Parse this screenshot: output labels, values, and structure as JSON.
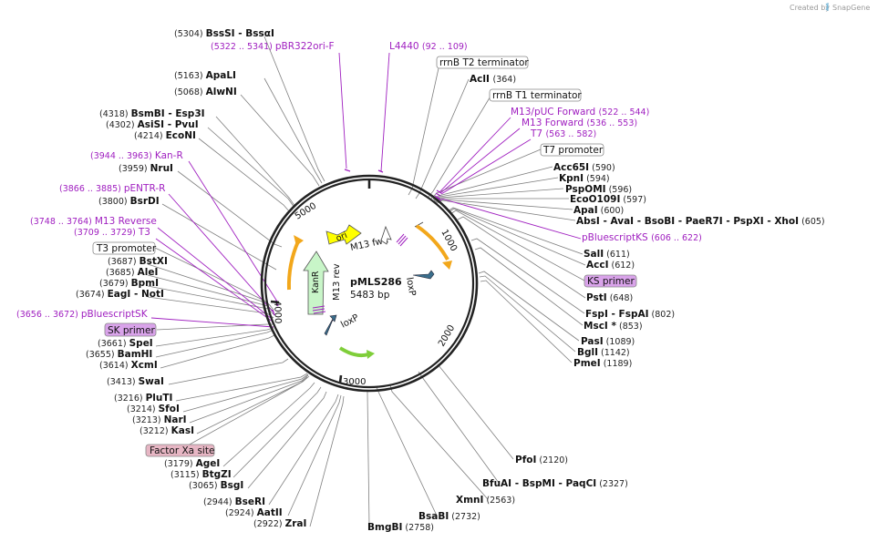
{
  "credit": {
    "text": "Created by",
    "brand": "SnapGene"
  },
  "plasmid": {
    "name": "pMLS286",
    "size": "5483 bp"
  },
  "ticks": [
    "1000",
    "2000",
    "3000",
    "4000",
    "5000"
  ],
  "inner_features": {
    "ori": "ori",
    "kanr": "KanR",
    "m13rev": "M13 rev",
    "m13fwd": "M13 fwd",
    "loxp1": "loxP",
    "loxp2": "loxP"
  },
  "sites_left": [
    {
      "pos": "(5304)",
      "parts": [
        "BssSI",
        "BssαI"
      ]
    },
    {
      "pos": "(5163)",
      "parts": [
        "ApaLI"
      ]
    },
    {
      "pos": "(5068)",
      "parts": [
        "AlwNI"
      ]
    },
    {
      "pos": "(4318)",
      "parts": [
        "BsmBI",
        "Esp3I"
      ]
    },
    {
      "pos": "(4302)",
      "parts": [
        "AsiSI",
        "PvuI"
      ]
    },
    {
      "pos": "(4214)",
      "parts": [
        "EcoNI"
      ]
    },
    {
      "pos": "(3959)",
      "parts": [
        "NruI"
      ]
    },
    {
      "pos": "(3800)",
      "parts": [
        "BsrDI"
      ]
    },
    {
      "pos": "(3687)",
      "parts": [
        "BstXI"
      ]
    },
    {
      "pos": "(3685)",
      "parts": [
        "AleI"
      ]
    },
    {
      "pos": "(3679)",
      "parts": [
        "BpmI"
      ]
    },
    {
      "pos": "(3674)",
      "parts": [
        "EagI",
        "NotI"
      ]
    },
    {
      "pos": "(3661)",
      "parts": [
        "SpeI"
      ]
    },
    {
      "pos": "(3655)",
      "parts": [
        "BamHI"
      ]
    },
    {
      "pos": "(3614)",
      "parts": [
        "XcmI"
      ]
    },
    {
      "pos": "(3413)",
      "parts": [
        "SwaI"
      ]
    },
    {
      "pos": "(3216)",
      "parts": [
        "PluTI"
      ]
    },
    {
      "pos": "(3214)",
      "parts": [
        "SfoI"
      ]
    },
    {
      "pos": "(3213)",
      "parts": [
        "NarI"
      ]
    },
    {
      "pos": "(3212)",
      "parts": [
        "KasI"
      ]
    },
    {
      "pos": "(3179)",
      "parts": [
        "AgeI"
      ]
    },
    {
      "pos": "(3115)",
      "parts": [
        "BtgZI"
      ]
    },
    {
      "pos": "(3065)",
      "parts": [
        "BsgI"
      ]
    },
    {
      "pos": "(2944)",
      "parts": [
        "BseRI"
      ]
    },
    {
      "pos": "(2924)",
      "parts": [
        "AatII"
      ]
    },
    {
      "pos": "(2922)",
      "parts": [
        "ZraI"
      ]
    }
  ],
  "primers_left": [
    {
      "pos": "(5322 .. 5341)",
      "name": "pBR322ori-F"
    },
    {
      "pos": "(3944 .. 3963)",
      "name": "Kan-R"
    },
    {
      "pos": "(3866 .. 3885)",
      "name": "pENTR-R"
    },
    {
      "pos": "(3748 .. 3764)",
      "name": "M13 Reverse"
    },
    {
      "pos": "(3709 .. 3729)",
      "name": "T3"
    },
    {
      "pos": "(3656 .. 3672)",
      "name": "pBluescriptSK"
    }
  ],
  "boxes": {
    "t3_promoter": "T3 promoter",
    "sk_primer": "SK primer",
    "factor_xa": "Factor Xa site",
    "rrnb_t2": "rrnB T2 terminator",
    "rrnb_t1": "rrnB T1 terminator",
    "t7_promoter": "T7 promoter",
    "ks_primer": "KS primer"
  },
  "top": {
    "l4440": {
      "name": "L4440",
      "pos": "(92 .. 109)"
    },
    "acli": {
      "name": "AclI",
      "pos": "(364)"
    }
  },
  "primers_right": [
    {
      "name": "M13/pUC Forward",
      "pos": "(522 .. 544)"
    },
    {
      "name": "M13 Forward",
      "pos": "(536 .. 553)"
    },
    {
      "name": "T7",
      "pos": "(563 .. 582)"
    },
    {
      "name": "pBluescriptKS",
      "pos": "(606 .. 622)"
    }
  ],
  "sites_right": [
    {
      "parts": [
        "Acc65I"
      ],
      "pos": "(590)"
    },
    {
      "parts": [
        "KpnI"
      ],
      "pos": "(594)"
    },
    {
      "parts": [
        "PspOMI"
      ],
      "pos": "(596)"
    },
    {
      "parts": [
        "EcoO109I"
      ],
      "pos": "(597)"
    },
    {
      "parts": [
        "ApaI"
      ],
      "pos": "(600)"
    },
    {
      "parts": [
        "AbsI",
        "AvaI",
        "BsoBI",
        "PaeR7I",
        "PspXI",
        "XhoI"
      ],
      "pos": "(605)"
    },
    {
      "parts": [
        "SalI"
      ],
      "pos": "(611)"
    },
    {
      "parts": [
        "AccI"
      ],
      "pos": "(612)"
    },
    {
      "parts": [
        "PstI"
      ],
      "pos": "(648)"
    },
    {
      "parts": [
        "FspI",
        "FspAI"
      ],
      "pos": "(802)"
    },
    {
      "parts": [
        "MscI *"
      ],
      "pos": "(853)"
    },
    {
      "parts": [
        "PasI"
      ],
      "pos": "(1089)"
    },
    {
      "parts": [
        "BglI"
      ],
      "pos": "(1142)"
    },
    {
      "parts": [
        "PmeI"
      ],
      "pos": "(1189)"
    }
  ],
  "sites_bottom": [
    {
      "parts": [
        "PfoI"
      ],
      "pos": "(2120)"
    },
    {
      "parts": [
        "BfuAI",
        "BspMI",
        "PaqCI"
      ],
      "pos": "(2327)"
    },
    {
      "parts": [
        "XmnI"
      ],
      "pos": "(2563)"
    },
    {
      "parts": [
        "BsaBI"
      ],
      "pos": "(2732)"
    },
    {
      "parts": [
        "BmgBI"
      ],
      "pos": "(2758)"
    }
  ],
  "colors": {
    "primer": "#a020c0",
    "ori": "#ffff00",
    "kanr": "#c8f5c8",
    "orange": "#f2a71b",
    "loxp": "#3a6e8c",
    "box_sk": "#d9a3ea",
    "box_xa": "#e7b6c4"
  }
}
